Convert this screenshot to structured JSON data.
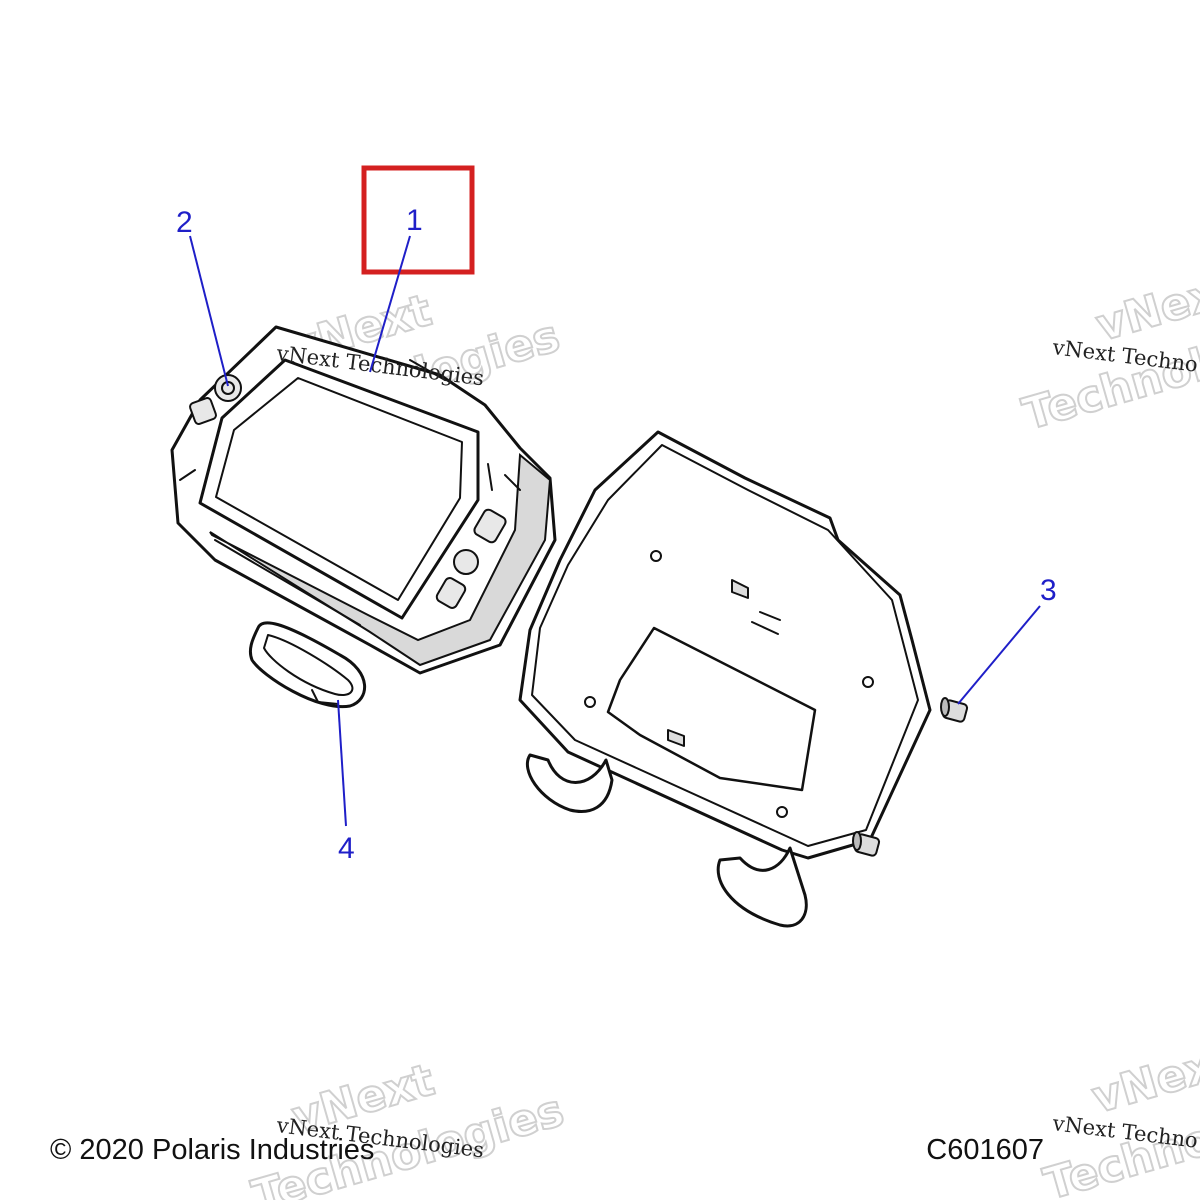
{
  "callouts": [
    {
      "id": "1",
      "label": "1"
    },
    {
      "id": "2",
      "label": "2"
    },
    {
      "id": "3",
      "label": "3"
    },
    {
      "id": "4",
      "label": "4"
    }
  ],
  "highlighted_callout": "1",
  "highlight_color": "#d42020",
  "callout_color": "#1f1fc8",
  "watermark": {
    "line1": "vNext Technologies",
    "big_top": "vNext",
    "big_bottom": "Technologies",
    "big_partial": "Technol",
    "small_partial": "vNext Techno"
  },
  "footer": {
    "copyright": "© 2020 Polaris Industries",
    "figure_code": "C601607"
  }
}
